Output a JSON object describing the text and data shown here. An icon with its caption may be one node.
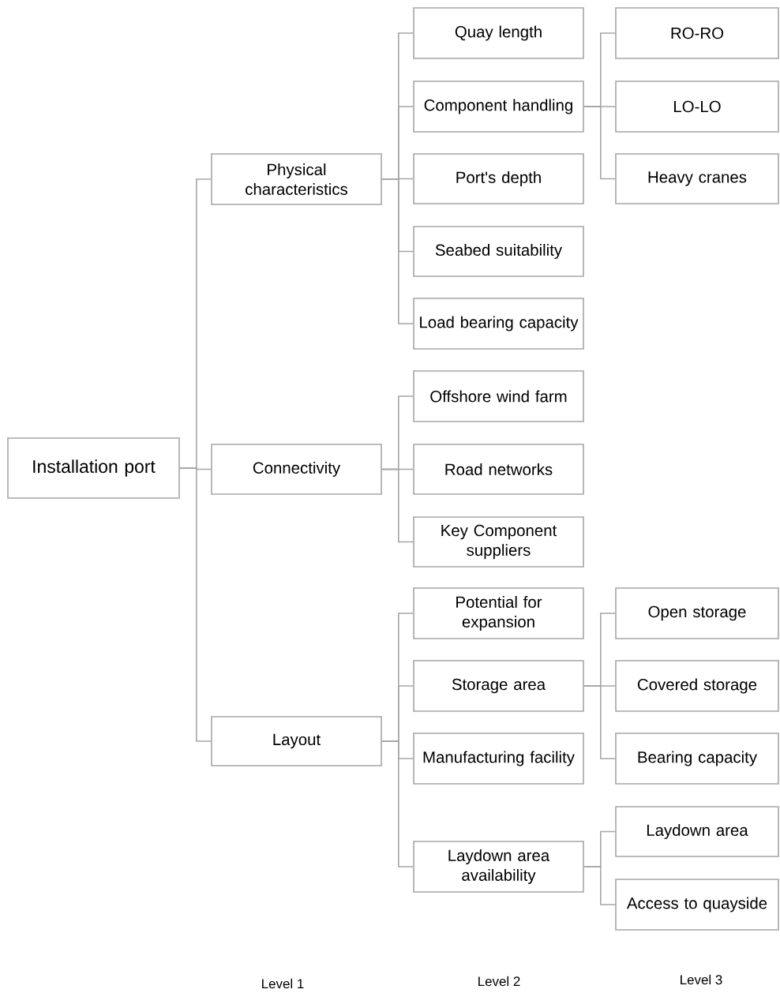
{
  "diagram": {
    "nodes": [
      {
        "text": [
          "Installation port"
        ]
      },
      {
        "text": [
          "Physical characteristics"
        ]
      },
      {
        "text": [
          "Connectivity"
        ]
      },
      {
        "text": [
          "Layout"
        ]
      },
      {
        "text": [
          "Quay length"
        ]
      },
      {
        "text": [
          "Component handling"
        ]
      },
      {
        "text": [
          "Port's depth"
        ]
      },
      {
        "text": [
          "Seabed suitability"
        ]
      },
      {
        "text": [
          "Load bearing capacity"
        ]
      },
      {
        "text": [
          "RO-RO"
        ]
      },
      {
        "text": [
          "LO-LO"
        ]
      },
      {
        "text": [
          "Heavy cranes"
        ]
      },
      {
        "text": [
          "Offshore wind farm"
        ]
      },
      {
        "text": [
          "Road networks"
        ]
      },
      {
        "text": [
          "Key Component suppliers"
        ]
      },
      {
        "text": [
          "Potential for expansion"
        ]
      },
      {
        "text": [
          "Storage area"
        ]
      },
      {
        "text": [
          "Manufacturing facility"
        ]
      },
      {
        "text": [
          "Laydown area availability"
        ]
      },
      {
        "text": [
          "Open storage"
        ]
      },
      {
        "text": [
          "Covered storage"
        ]
      },
      {
        "text": [
          "Bearing capacity"
        ]
      },
      {
        "text": [
          "Laydown area"
        ]
      },
      {
        "text": [
          "Access to quayside"
        ]
      }
    ],
    "edges": [
      {
        "from": 0,
        "to": 1,
        "arrow": "none"
      },
      {
        "from": 0,
        "to": 2,
        "arrow": "none"
      },
      {
        "from": 0,
        "to": 3,
        "arrow": "none"
      },
      {
        "from": 1,
        "to": 4,
        "arrow": "none"
      },
      {
        "from": 1,
        "to": 5,
        "arrow": "none"
      },
      {
        "from": 1,
        "to": 6,
        "arrow": "none"
      },
      {
        "from": 1,
        "to": 7,
        "arrow": "none"
      },
      {
        "from": 1,
        "to": 8,
        "arrow": "none"
      },
      {
        "from": 5,
        "to": 9,
        "arrow": "none"
      },
      {
        "from": 5,
        "to": 10,
        "arrow": "none"
      },
      {
        "from": 5,
        "to": 11,
        "arrow": "none"
      },
      {
        "from": 2,
        "to": 12,
        "arrow": "none"
      },
      {
        "from": 2,
        "to": 13,
        "arrow": "none"
      },
      {
        "from": 2,
        "to": 14,
        "arrow": "none"
      },
      {
        "from": 3,
        "to": 15,
        "arrow": "none"
      },
      {
        "from": 3,
        "to": 16,
        "arrow": "none"
      },
      {
        "from": 3,
        "to": 17,
        "arrow": "none"
      },
      {
        "from": 3,
        "to": 18,
        "arrow": "none"
      },
      {
        "from": 16,
        "to": 19,
        "arrow": "none"
      },
      {
        "from": 16,
        "to": 20,
        "arrow": "none"
      },
      {
        "from": 16,
        "to": 21,
        "arrow": "none"
      },
      {
        "from": 18,
        "to": 22,
        "arrow": "none"
      },
      {
        "from": 18,
        "to": 23,
        "arrow": "none"
      }
    ],
    "labels": [
      "Level 1",
      "Level 2",
      "Level 3"
    ]
  }
}
